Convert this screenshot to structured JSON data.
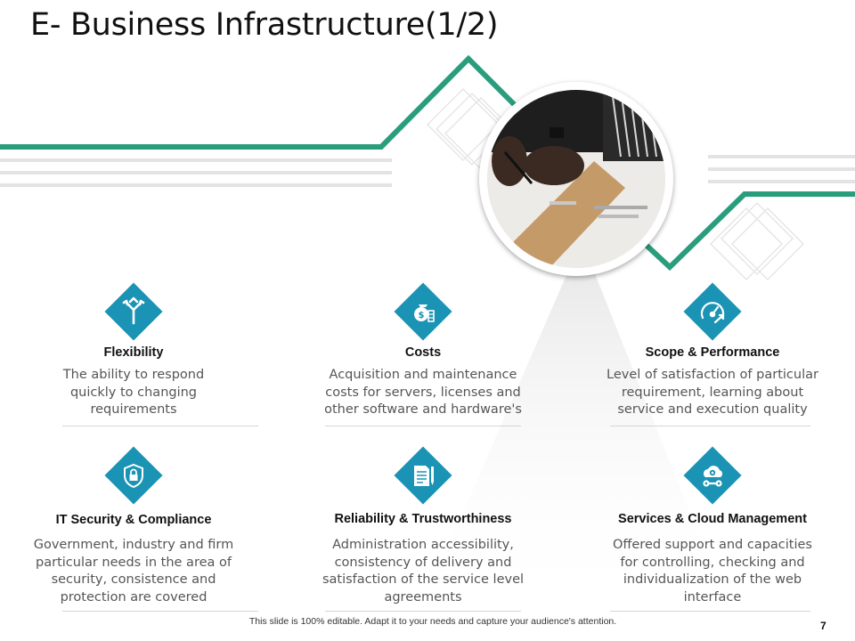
{
  "title": "E- Business Infrastructure(1/2)",
  "accent_color": "#2a9d7c",
  "icon_color": "#1b93b4",
  "cards": [
    {
      "title": "Flexibility",
      "icon": "direction-arrows-icon",
      "lines": [
        "The ability to respond",
        "quickly to changing",
        "requirements"
      ]
    },
    {
      "title": "Costs",
      "icon": "money-bag-icon",
      "lines": [
        "Acquisition and maintenance",
        "costs for servers, licenses and",
        "other software and hardware's"
      ]
    },
    {
      "title": "Scope & Performance",
      "icon": "speedometer-icon",
      "lines": [
        "Level of satisfaction of particular",
        "requirement, learning about",
        "service and execution quality"
      ]
    },
    {
      "title": "IT Security & Compliance",
      "icon": "shield-lock-icon",
      "lines": [
        "Government, industry and firm",
        "particular needs in the area of",
        "security, consistence and",
        "protection are covered"
      ]
    },
    {
      "title": "Reliability & Trustworthiness",
      "icon": "document-pen-icon",
      "lines": [
        "Administration accessibility,",
        "consistency of delivery and",
        "satisfaction of the service level",
        "agreements"
      ]
    },
    {
      "title": "Services & Cloud Management",
      "icon": "cloud-gear-icon",
      "lines": [
        "Offered support and capacities",
        "for controlling, checking and",
        "individualization of the web",
        "interface"
      ]
    }
  ],
  "footer": "This slide is 100% editable. Adapt it to your needs and capture your audience's attention.",
  "page_number": "7"
}
